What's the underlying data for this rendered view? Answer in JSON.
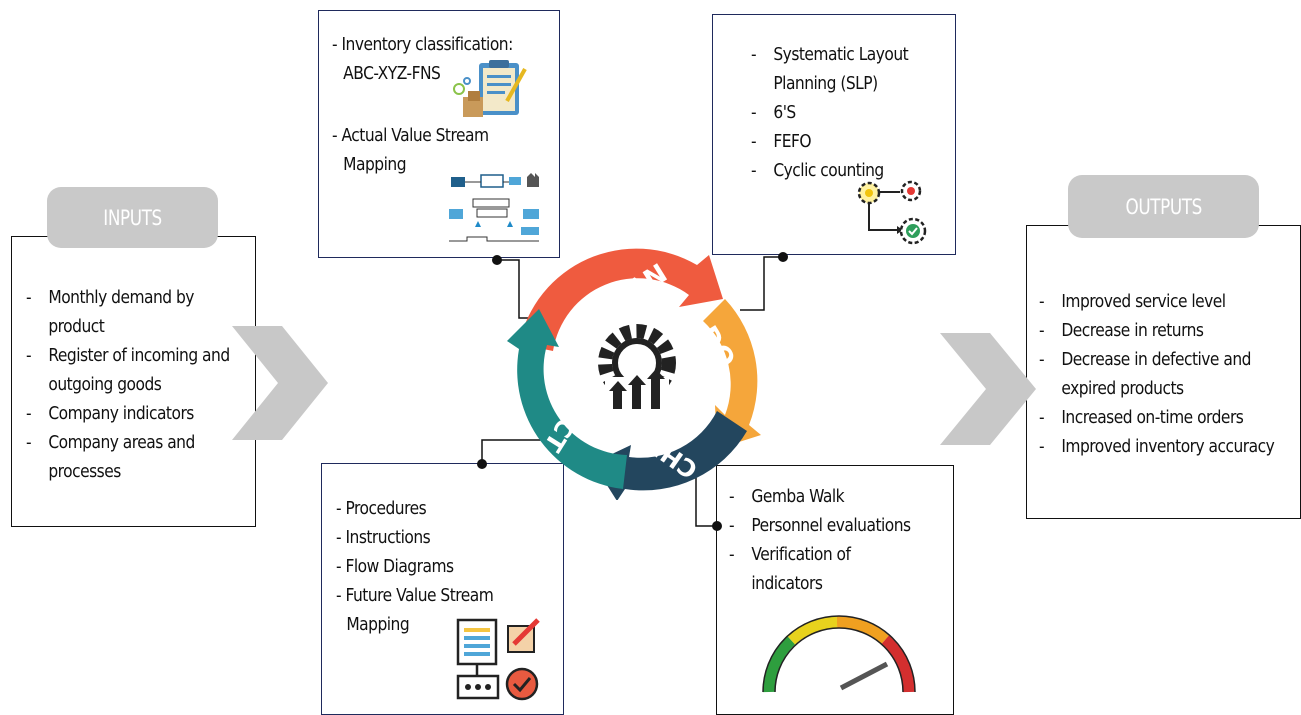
{
  "inputs": {
    "title": "INPUTS",
    "items": [
      "Monthly demand by product",
      "Register of incoming and outgoing goods",
      "Company indicators",
      "Company areas and processes"
    ]
  },
  "outputs": {
    "title": "OUTPUTS",
    "items": [
      "Improved service level",
      "Decrease in returns",
      "Decrease in defective  and expired products",
      "Increased on-time orders",
      "Improved inventory  accuracy"
    ]
  },
  "plan": {
    "item1": "- Inventory classification:",
    "item1b": "ABC-XYZ-FNS",
    "item2": "- Actual Value Stream",
    "item2b": "Mapping"
  },
  "do": {
    "items": [
      "Systematic Layout Planning (SLP)",
      "6'S",
      "FEFO",
      "Cyclic counting"
    ]
  },
  "check": {
    "items": [
      "Gemba Walk",
      "Personnel evaluations",
      "Verification of indicators"
    ]
  },
  "act": {
    "items": [
      "- Procedures",
      "- Instructions",
      "- Flow Diagrams",
      "- Future Value Stream",
      "Mapping"
    ]
  },
  "cycle": {
    "labels": [
      "PLAN",
      "DO",
      "CHECK",
      "ACT"
    ],
    "colors": {
      "plan": "#ef5b3f",
      "do": "#f5a63b",
      "check": "#23465e",
      "act": "#1f8a86"
    }
  },
  "icons": [
    "clipboard-icon",
    "value-stream-map-icon",
    "gears-flow-icon",
    "gear-growth-icon",
    "documents-check-icon",
    "gauge-icon",
    "chevron-right-icon"
  ]
}
